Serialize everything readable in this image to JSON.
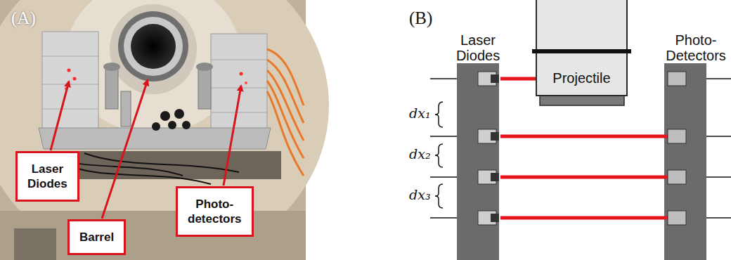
{
  "diagram": {
    "nodes": [
      {
        "text": [
          "Laser Diodes"
        ]
      },
      {
        "text": [
          "Barrel"
        ]
      },
      {
        "text": [
          "Photo- detectors"
        ]
      },
      {
        "text": [
          "Projectile"
        ]
      }
    ],
    "labels": [
      "(A)",
      "(B)",
      "Laser Diodes",
      "Photo- Detectors",
      "dx₁",
      "dx₂",
      "dx₃"
    ]
  }
}
